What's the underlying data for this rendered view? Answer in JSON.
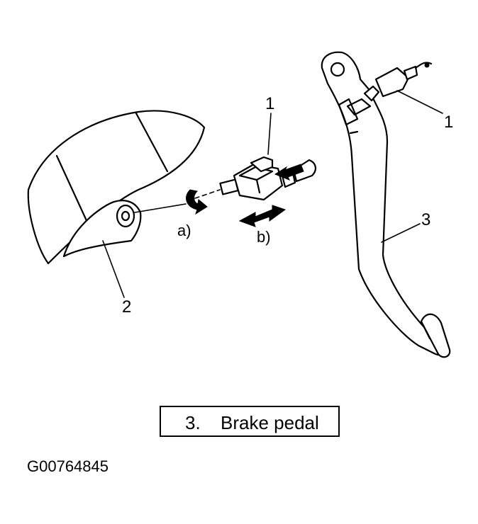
{
  "callouts": {
    "switch_top": "1",
    "switch_right": "1",
    "bracket": "2",
    "pedal": "3",
    "step_a": "a)",
    "step_b": "b)"
  },
  "legend": {
    "number": "3.",
    "text": "Brake pedal"
  },
  "image_code": "G00764845"
}
